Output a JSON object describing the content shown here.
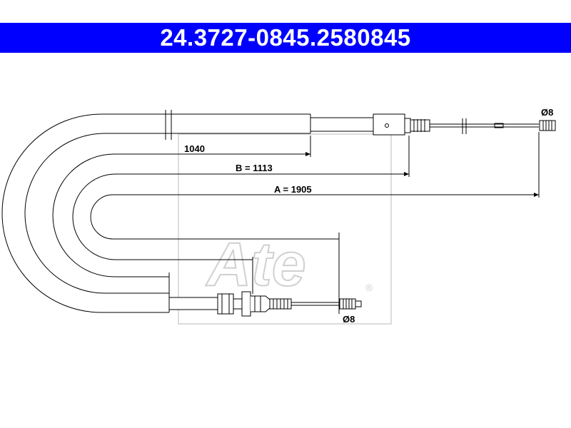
{
  "header": {
    "part_number": "24.3727-0845.2",
    "article_number": "580845",
    "background_color": "#0000ff",
    "text_color": "#ffffff"
  },
  "dimensions": {
    "d1": "1040",
    "b": "B = 1113",
    "a": "A = 1905",
    "dia_top": "Ø8",
    "dia_bottom": "Ø8"
  },
  "watermark": {
    "logo_text": "Ate",
    "registered": "®",
    "color": "#d0d0d0"
  }
}
